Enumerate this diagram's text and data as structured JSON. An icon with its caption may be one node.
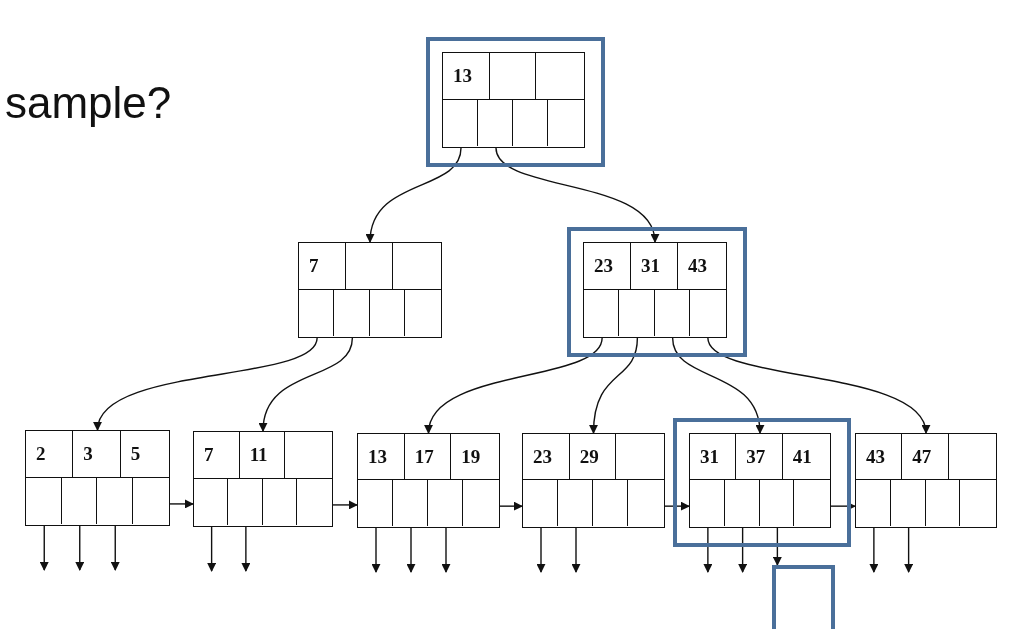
{
  "diagram": {
    "nodes": [
      {
        "text": [],
        "shape": "box"
      },
      {
        "text": [
          "13"
        ],
        "in": 0
      },
      {
        "text": [
          "7"
        ]
      },
      {
        "text": [],
        "shape": "box"
      },
      {
        "text": [
          "23",
          "31",
          "43"
        ],
        "in": 3
      },
      {
        "text": [
          "2",
          "3",
          "5"
        ]
      },
      {
        "text": [
          "7",
          "11"
        ]
      },
      {
        "text": [
          "13",
          "17",
          "19"
        ]
      },
      {
        "text": [
          "23",
          "29"
        ]
      },
      {
        "text": [],
        "shape": "box"
      },
      {
        "text": [
          "31",
          "37",
          "41"
        ],
        "in": 9
      },
      {
        "text": [
          "43",
          "47"
        ]
      },
      {
        "text": [],
        "shape": "box"
      }
    ],
    "edges": [
      {
        "from": 1,
        "to": 2,
        "arrow": "to"
      },
      {
        "from": 1,
        "to": 4,
        "arrow": "to"
      },
      {
        "from": 2,
        "to": 5,
        "arrow": "to"
      },
      {
        "from": 2,
        "to": 6,
        "arrow": "to"
      },
      {
        "from": 4,
        "to": 7,
        "arrow": "to"
      },
      {
        "from": 4,
        "to": 8,
        "arrow": "to"
      },
      {
        "from": 4,
        "to": 10,
        "arrow": "to"
      },
      {
        "from": 4,
        "to": 11,
        "arrow": "to"
      },
      {
        "from": 5,
        "to": 6,
        "arrow": "to"
      },
      {
        "from": 6,
        "to": 7,
        "arrow": "to"
      },
      {
        "from": 7,
        "to": 8,
        "arrow": "to"
      },
      {
        "from": 8,
        "to": 10,
        "arrow": "to"
      },
      {
        "from": 10,
        "to": 11,
        "arrow": "to"
      },
      {
        "from": 5,
        "to": null,
        "arrow": "to"
      },
      {
        "from": 5,
        "to": null,
        "arrow": "to"
      },
      {
        "from": 5,
        "to": null,
        "arrow": "to"
      },
      {
        "from": 6,
        "to": null,
        "arrow": "to"
      },
      {
        "from": 6,
        "to": null,
        "arrow": "to"
      },
      {
        "from": 7,
        "to": null,
        "arrow": "to"
      },
      {
        "from": 7,
        "to": null,
        "arrow": "to"
      },
      {
        "from": 7,
        "to": null,
        "arrow": "to"
      },
      {
        "from": 8,
        "to": null,
        "arrow": "to"
      },
      {
        "from": 8,
        "to": null,
        "arrow": "to"
      },
      {
        "from": 10,
        "to": null,
        "arrow": "to"
      },
      {
        "from": 10,
        "to": null,
        "arrow": "to"
      },
      {
        "from": 10,
        "to": 12,
        "arrow": "to"
      },
      {
        "from": 11,
        "to": null,
        "arrow": "to"
      },
      {
        "from": 11,
        "to": null,
        "arrow": "to"
      }
    ],
    "labels": [
      "sample?"
    ]
  }
}
